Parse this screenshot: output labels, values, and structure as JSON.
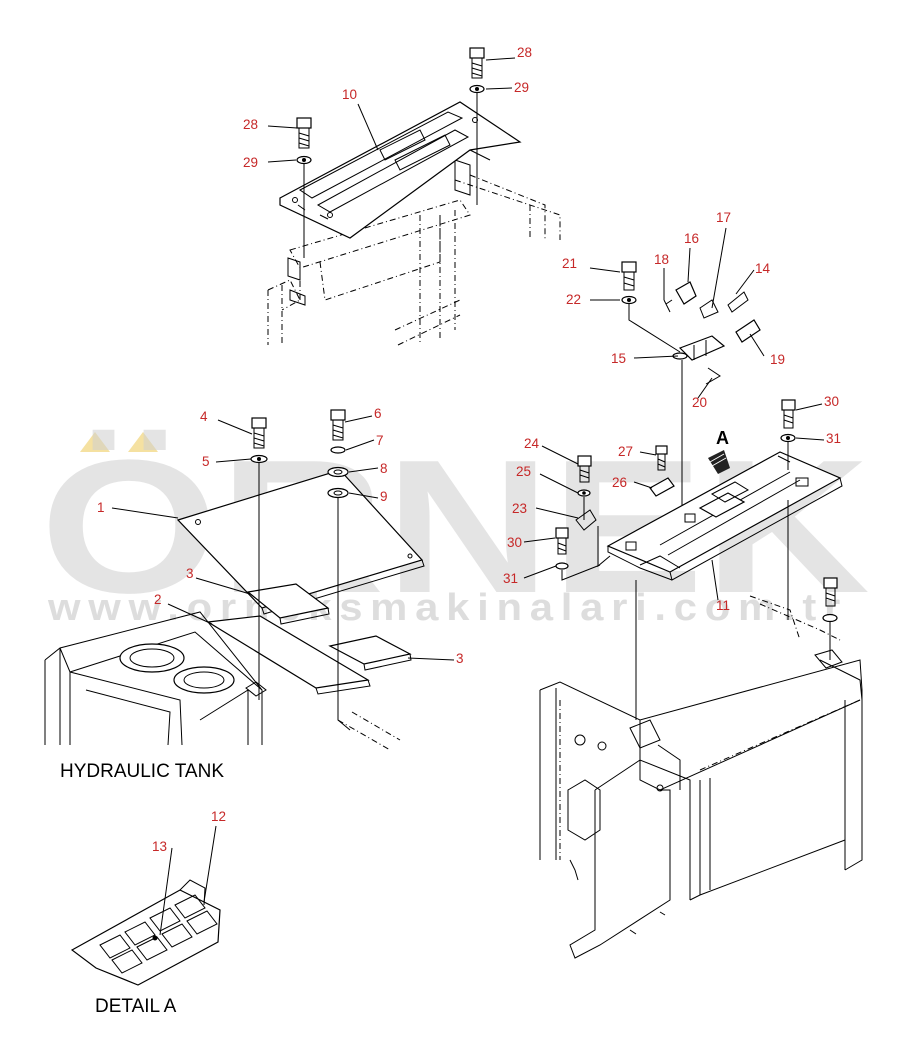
{
  "watermark": {
    "brand": "ÖRNEK",
    "url": "www.orneksmakinalari.com.tr",
    "accent_color": "#f2d98a"
  },
  "captions": {
    "hydraulic_tank": "HYDRAULIC TANK",
    "detail_a": "DETAIL A",
    "view_a": "A"
  },
  "label_color": "#c62828",
  "callouts": {
    "c1": "1",
    "c2": "2",
    "c3a": "3",
    "c3b": "3",
    "c4": "4",
    "c5": "5",
    "c6": "6",
    "c7": "7",
    "c8": "8",
    "c9": "9",
    "c10": "10",
    "c11": "11",
    "c12": "12",
    "c13": "13",
    "c14": "14",
    "c15": "15",
    "c16": "16",
    "c17": "17",
    "c18": "18",
    "c19": "19",
    "c20": "20",
    "c21": "21",
    "c22": "22",
    "c23": "23",
    "c24": "24",
    "c25": "25",
    "c26": "26",
    "c27": "27",
    "c28a": "28",
    "c28b": "28",
    "c29a": "29",
    "c29b": "29",
    "c30a": "30",
    "c30b": "30",
    "c31a": "31",
    "c31b": "31"
  }
}
